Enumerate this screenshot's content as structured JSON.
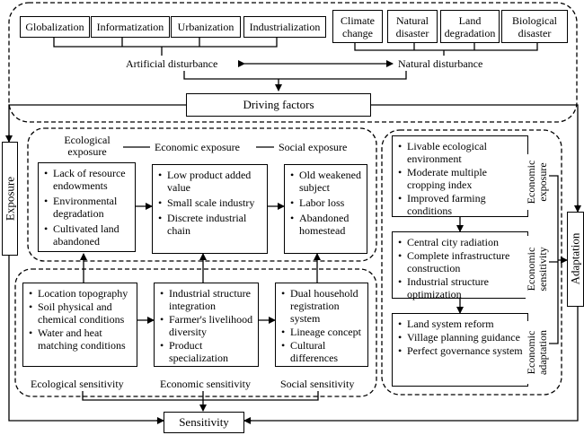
{
  "drivers": {
    "artificial": [
      "Globalization",
      "Informatization",
      "Urbanization",
      "Industrialization"
    ],
    "natural": [
      "Climate change",
      "Natural disaster",
      "Land degradation",
      "Biological disaster"
    ],
    "artificial_label": "Artificial disturbance",
    "natural_label": "Natural disturbance",
    "driving_factors": "Driving factors"
  },
  "exposure": {
    "side_label": "Exposure",
    "headers": {
      "ecological": "Ecological exposure",
      "economic": "Economic exposure",
      "social": "Social exposure"
    },
    "ecological": [
      "Lack of resource endowments",
      "Environmental degradation",
      "Cultivated land abandoned"
    ],
    "economic": [
      "Low product added value",
      "Small scale industry",
      "Discrete industrial chain"
    ],
    "social": [
      "Old weakened subject",
      "Labor loss",
      "Abandoned homestead"
    ]
  },
  "sensitivity": {
    "side_label": "Sensitivity",
    "ecological": [
      "Location topography",
      "Soil physical and chemical conditions",
      "Water and heat matching conditions"
    ],
    "economic": [
      "Industrial structure integration",
      "Farmer's livelihood diversity",
      "Product specialization"
    ],
    "social": [
      "Dual household registration system",
      "Lineage concept",
      "Cultural differences"
    ],
    "footers": {
      "ecological": "Ecological sensitivity",
      "economic": "Economic sensitivity",
      "social": "Social sensitivity"
    }
  },
  "adaptation": {
    "side_label": "Adaptation",
    "exposure_label": "Economic exposure",
    "sensitivity_label": "Economic sensitivity",
    "adaptation_label": "Economic adaptation",
    "exposure": [
      "Livable ecological environment",
      "Moderate multiple cropping index",
      "Improved farming conditions"
    ],
    "sensitivity": [
      "Central city radiation",
      "Complete infrastructure construction",
      "Industrial structure optimization"
    ],
    "adapt": [
      "Land system reform",
      "Village planning guidance",
      "Perfect governance system"
    ]
  }
}
